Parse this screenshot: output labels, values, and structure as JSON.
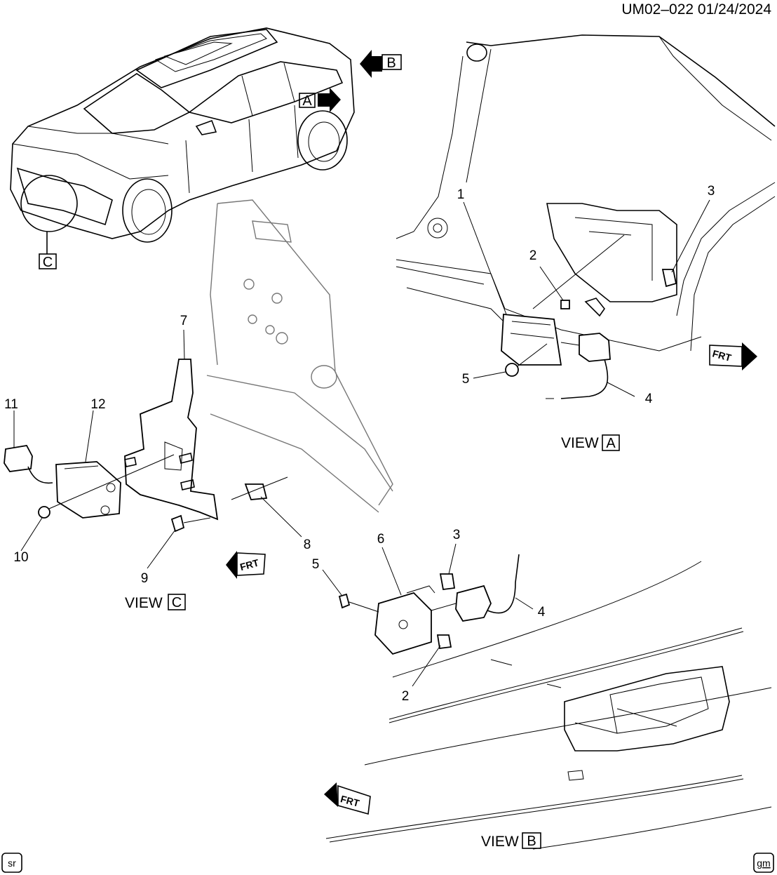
{
  "header": {
    "doc_id": "UM02–022 01/24/2024"
  },
  "view_labels": {
    "view_word": "VIEW",
    "a": "A",
    "b": "B",
    "c": "C"
  },
  "front_marker": "FRT",
  "callouts": {
    "view_a": [
      "1",
      "2",
      "3",
      "4",
      "5"
    ],
    "view_b": [
      "2",
      "3",
      "4",
      "5",
      "6"
    ],
    "view_c": [
      "7",
      "8",
      "9",
      "10",
      "11",
      "12"
    ]
  },
  "footer": {
    "left_logo": "sr",
    "right_logo": "gm"
  }
}
